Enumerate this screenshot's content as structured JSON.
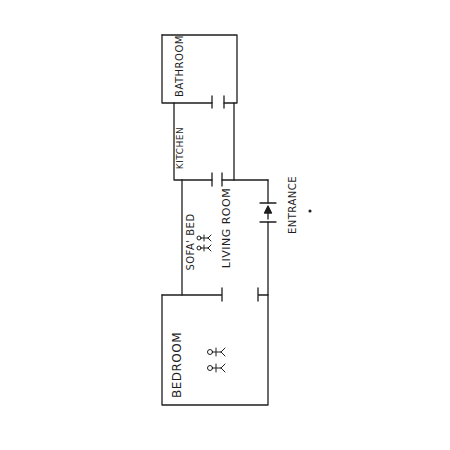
{
  "diagram": {
    "nodes": [
      {
        "text": [
          "BATHROOM"
        ]
      },
      {
        "text": [
          "KITCHEN"
        ]
      },
      {
        "text": [
          "SOFA' BED",
          "LIVING ROOM"
        ]
      },
      {
        "text": [
          "BEDROOM"
        ]
      }
    ],
    "labels": [
      "ENTRANCE"
    ]
  }
}
